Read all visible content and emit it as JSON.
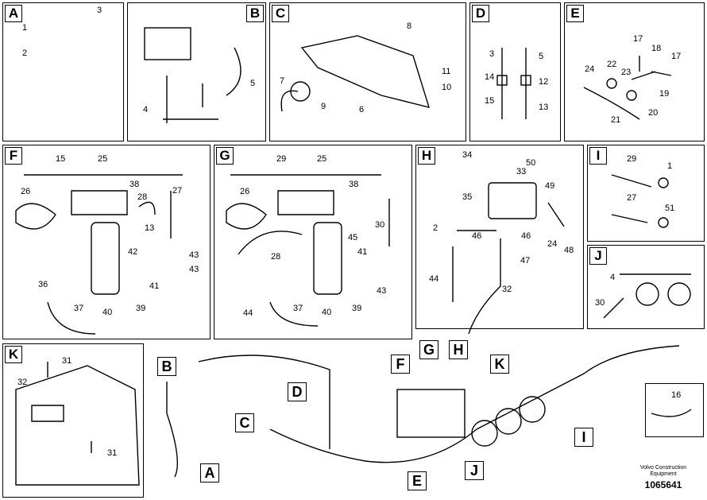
{
  "panels": {
    "A": {
      "label": "A",
      "numbers": [
        "1",
        "2",
        "3"
      ]
    },
    "B": {
      "label": "B",
      "numbers": [
        "4",
        "5"
      ]
    },
    "C": {
      "label": "C",
      "numbers": [
        "8",
        "11",
        "10",
        "7",
        "9",
        "6"
      ]
    },
    "D": {
      "label": "D",
      "numbers": [
        "3",
        "5",
        "14",
        "12",
        "15",
        "13"
      ]
    },
    "E": {
      "label": "E",
      "numbers": [
        "17",
        "18",
        "17",
        "22",
        "23",
        "24",
        "19",
        "21",
        "20"
      ]
    },
    "F": {
      "label": "F",
      "numbers": [
        "15",
        "25",
        "38",
        "26",
        "28",
        "27",
        "13",
        "43",
        "42",
        "43",
        "41",
        "36",
        "37",
        "40",
        "39"
      ]
    },
    "G": {
      "label": "G",
      "numbers": [
        "29",
        "25",
        "38",
        "26",
        "30",
        "45",
        "41",
        "28",
        "43",
        "44",
        "37",
        "40",
        "39"
      ]
    },
    "H": {
      "label": "H",
      "numbers": [
        "34",
        "33",
        "50",
        "35",
        "49",
        "2",
        "46",
        "46",
        "24",
        "48",
        "47",
        "44",
        "32"
      ]
    },
    "I": {
      "label": "I",
      "numbers": [
        "29",
        "1",
        "27",
        "51"
      ]
    },
    "J": {
      "label": "J",
      "numbers": [
        "4",
        "30"
      ]
    },
    "K": {
      "label": "K",
      "numbers": [
        "31",
        "32",
        "31"
      ]
    },
    "extra": {
      "numbers": [
        "16"
      ]
    }
  },
  "callouts": [
    "B",
    "D",
    "C",
    "A",
    "G",
    "H",
    "F",
    "K",
    "E",
    "J",
    "I"
  ],
  "footer": {
    "brand_line1": "Volvo Construction",
    "brand_line2": "Equipment",
    "code": "1065641"
  }
}
